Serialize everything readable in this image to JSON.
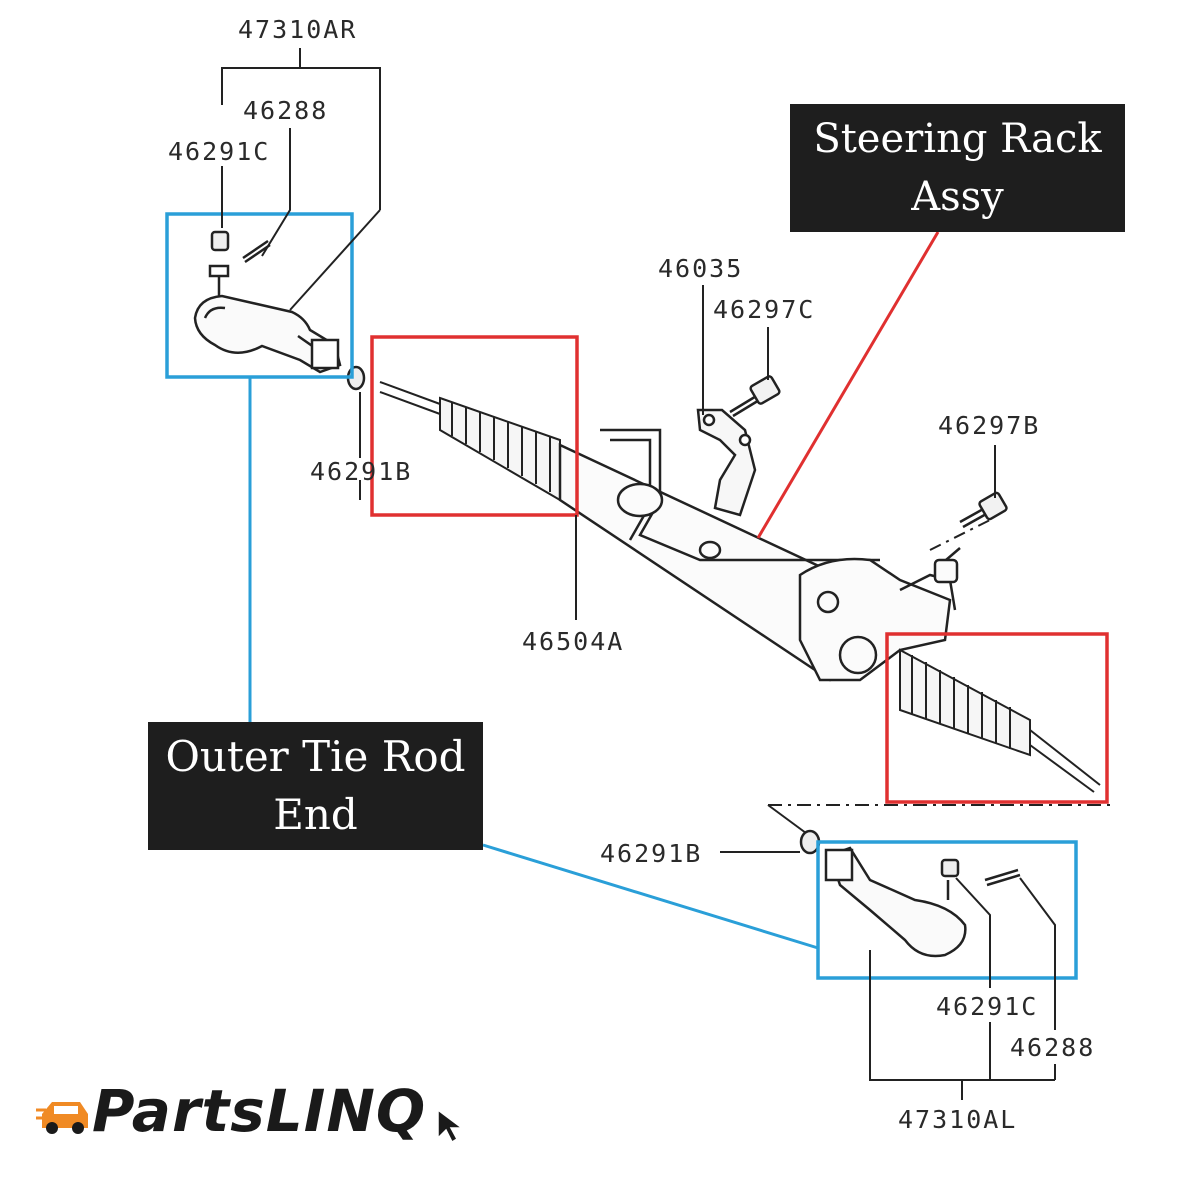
{
  "diagram": {
    "part_numbers": {
      "p47310AR": "47310AR",
      "p46288_top": "46288",
      "p46291C_top": "46291C",
      "p46035": "46035",
      "p46297C": "46297C",
      "p46297B": "46297B",
      "p46291B_top": "46291B",
      "p46504A": "46504A",
      "p46291B_bottom": "46291B",
      "p46291C_bottom": "46291C",
      "p46288_bottom": "46288",
      "p47310AL": "47310AL"
    },
    "callouts": {
      "rack_line1": "Steering Rack",
      "rack_line2": "Assy",
      "outer_line1": "Outer Tie Rod",
      "outer_line2": "End"
    },
    "colors": {
      "rack_highlight": "#e03030",
      "tie_rod_highlight": "#2a9fd8",
      "callout_bg": "#1e1e1e",
      "logo_accent": "#f08a24"
    }
  },
  "brand": {
    "logo_text": "PartsLINQ",
    "logo_icon": "car-icon"
  }
}
